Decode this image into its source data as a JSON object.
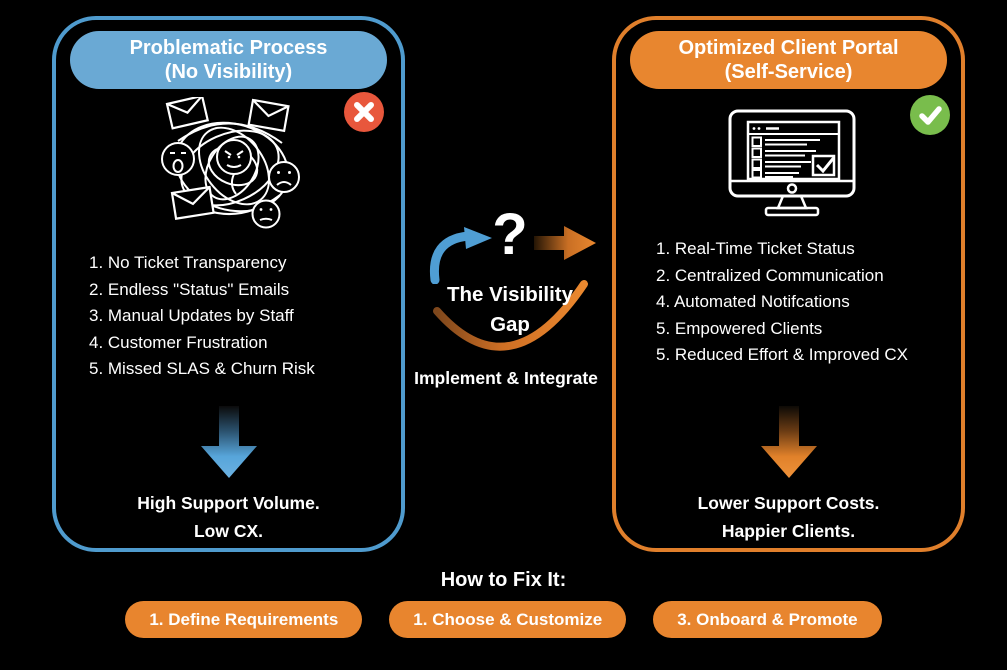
{
  "colors": {
    "background": "#000000",
    "blue_border": "#4f9bce",
    "blue_header": "#6aa9d4",
    "blue_arrow": "#57a5da",
    "orange_border": "#e07f2b",
    "orange_header": "#e8862f",
    "orange_button": "#e8852e",
    "cross_badge": "#e8573c",
    "check_badge": "#79bd4c",
    "text": "#ffffff"
  },
  "left_panel": {
    "title_line1": "Problematic Process",
    "title_line2": "(No Visibility)",
    "items": [
      "1. No Ticket Transparency",
      "2. Endless \"Status\" Emails",
      "3. Manual Updates by Staff",
      "4. Customer Frustration",
      "5. Missed SLAS & Churn Risk"
    ],
    "caption_line1": "High Support Volume.",
    "caption_line2": "Low CX."
  },
  "right_panel": {
    "title_line1": "Optimized Client Portal",
    "title_line2": "(Self-Service)",
    "items": [
      "1. Real-Time Ticket Status",
      "2. Centralized Communication",
      "4. Automated Notifcations",
      "5. Empowered Clients",
      "5. Reduced Effort & Improved CX"
    ],
    "caption_line1": "Lower Support Costs.",
    "caption_line2": "Happier Clients."
  },
  "center": {
    "question_mark": "?",
    "gap_line1": "The Visibility",
    "gap_line2": "Gap",
    "caption": "Implement & Integrate"
  },
  "footer": {
    "heading": "How to Fix It:",
    "buttons": [
      "1. Define Requirements",
      "1. Choose & Customize",
      "3. Onboard & Promote"
    ]
  }
}
